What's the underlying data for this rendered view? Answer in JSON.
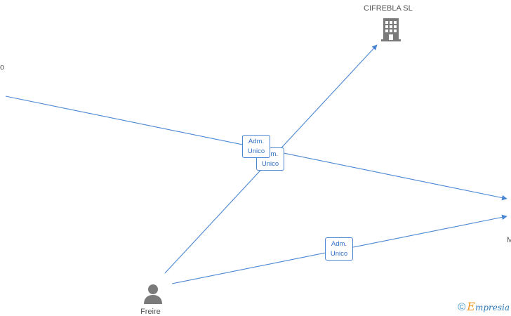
{
  "nodes": {
    "company_top": {
      "label": "CIFREBLA  SL",
      "icon": "building-icon"
    },
    "left_partial": {
      "label": "o"
    },
    "right_partial": {
      "label": "M"
    },
    "person": {
      "label": "Freire",
      "icon": "person-icon"
    }
  },
  "edges": [
    {
      "from": "left_partial",
      "to": "right_partial",
      "label_line1": "Adm.",
      "label_line2": "Unico"
    },
    {
      "from": "person",
      "to": "company_top",
      "label_line1": "Adm.",
      "label_line2": "Unico"
    },
    {
      "from": "person",
      "to": "right_partial",
      "label_line1": "Adm.",
      "label_line2": "Unico"
    }
  ],
  "colors": {
    "edge": "#4a86d4",
    "icon": "#7a7a7a",
    "brand_blue": "#2b78b8",
    "brand_orange": "#f29a1f"
  },
  "brand": {
    "copyright": "©",
    "e_letter": "E",
    "rest": "mpresia"
  }
}
